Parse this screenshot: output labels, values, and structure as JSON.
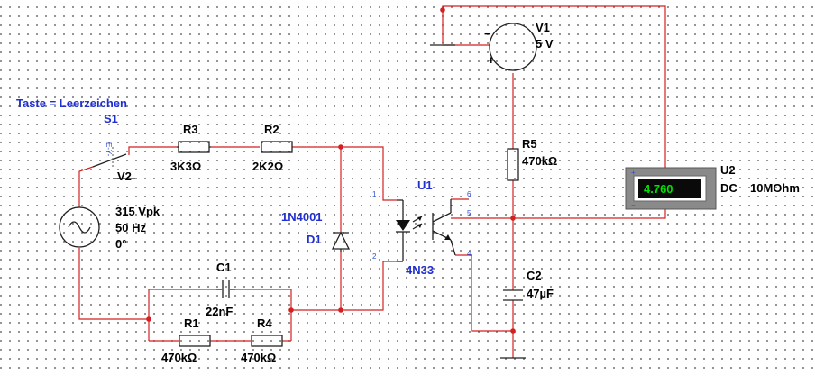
{
  "switch": {
    "key_note": "Taste = Leerzeichen",
    "ref": "S1",
    "key_mark": "E-Y-"
  },
  "source_v2": {
    "ref": "V2",
    "amplitude": "315 Vpk",
    "frequency": "50 Hz",
    "phase": "0°"
  },
  "r3": {
    "ref": "R3",
    "value": "3K3Ω"
  },
  "r2": {
    "ref": "R2",
    "value": "2K2Ω"
  },
  "r1": {
    "ref": "R1",
    "value": "470kΩ"
  },
  "r4": {
    "ref": "R4",
    "value": "470kΩ"
  },
  "r5": {
    "ref": "R5",
    "value": "470kΩ"
  },
  "c1": {
    "ref": "C1",
    "value": "22nF"
  },
  "c2": {
    "ref": "C2",
    "value": "47µF"
  },
  "diode": {
    "ref": "D1",
    "part": "1N4001"
  },
  "optocoupler": {
    "ref": "U1",
    "part": "4N33",
    "pins": [
      "1",
      "2",
      "4",
      "5",
      "6"
    ]
  },
  "source_v1": {
    "ref": "V1",
    "value": "5 V",
    "minus": "−",
    "plus": "+"
  },
  "voltmeter": {
    "ref": "U2",
    "reading": "4.760",
    "mode": "DC",
    "impedance": "10MOhm",
    "display_color": "#00e000"
  },
  "colors": {
    "wire": "#d42020",
    "label_blue": "#1f2fd0",
    "meter_body": "#8a8a8a",
    "meter_display": "#0a0a0a"
  }
}
